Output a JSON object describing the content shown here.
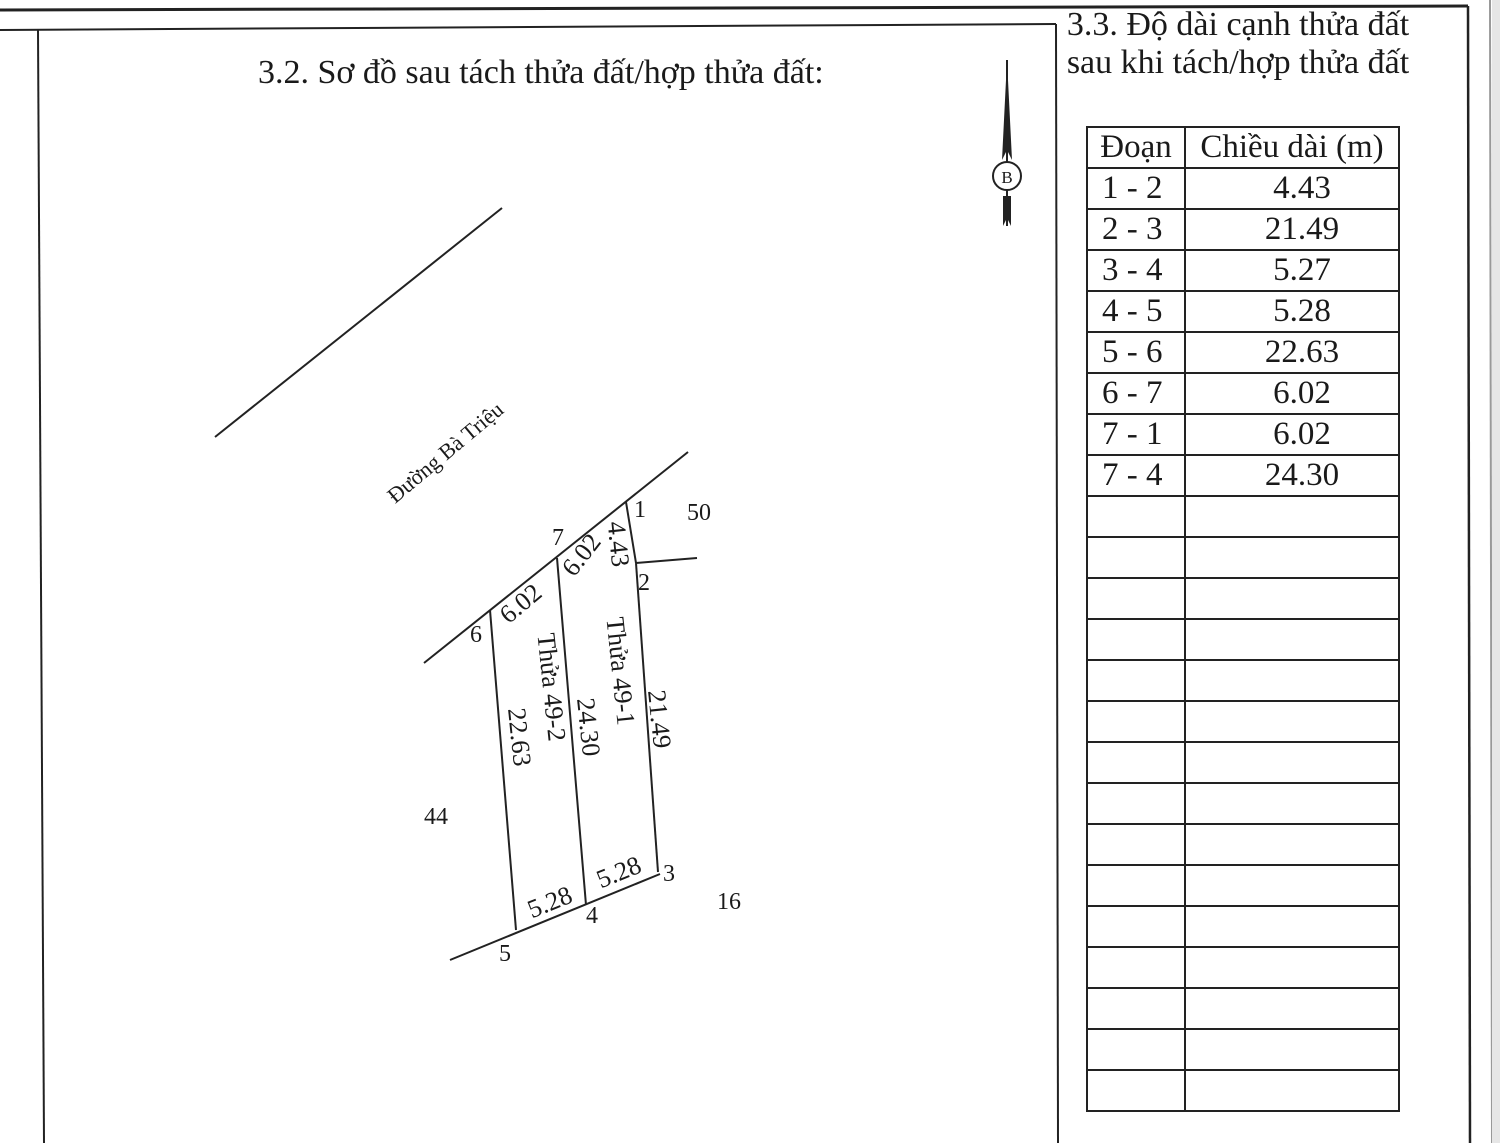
{
  "sections": {
    "diagram_title": "3.2. Sơ đồ sau tách thửa đất/hợp thửa đất:",
    "table_title": "3.3. Độ dài cạnh thửa đất sau khi tách/hợp thửa đất"
  },
  "north_arrow": {
    "label": "B",
    "icon": "north-arrow-icon"
  },
  "diagram": {
    "street_label": "Đường Bà Triệu",
    "parcels": [
      {
        "name": "Thửa 49-1"
      },
      {
        "name": "Thửa 49-2"
      }
    ],
    "points": [
      "1",
      "2",
      "3",
      "4",
      "5",
      "6",
      "7"
    ],
    "edge_labels": {
      "e1_7": "6.02",
      "e7_6": "6.02",
      "e1_2": "4.43",
      "e2_3": "21.49",
      "e3_4": "5.28",
      "e4_5": "5.28",
      "e5_6": "22.63",
      "e7_4": "24.30"
    },
    "neighbors": [
      "50",
      "44",
      "16"
    ]
  },
  "table": {
    "headers": [
      "Đoạn",
      "Chiều dài (m)"
    ],
    "rows": [
      {
        "segment": "1 - 2",
        "length": "4.43"
      },
      {
        "segment": "2 - 3",
        "length": "21.49"
      },
      {
        "segment": "3 - 4",
        "length": "5.27"
      },
      {
        "segment": "4 - 5",
        "length": "5.28"
      },
      {
        "segment": "5 - 6",
        "length": "22.63"
      },
      {
        "segment": "6 - 7",
        "length": "6.02"
      },
      {
        "segment": "7 - 1",
        "length": "6.02"
      },
      {
        "segment": "7 - 4",
        "length": "24.30"
      }
    ],
    "empty_rows": 15
  }
}
